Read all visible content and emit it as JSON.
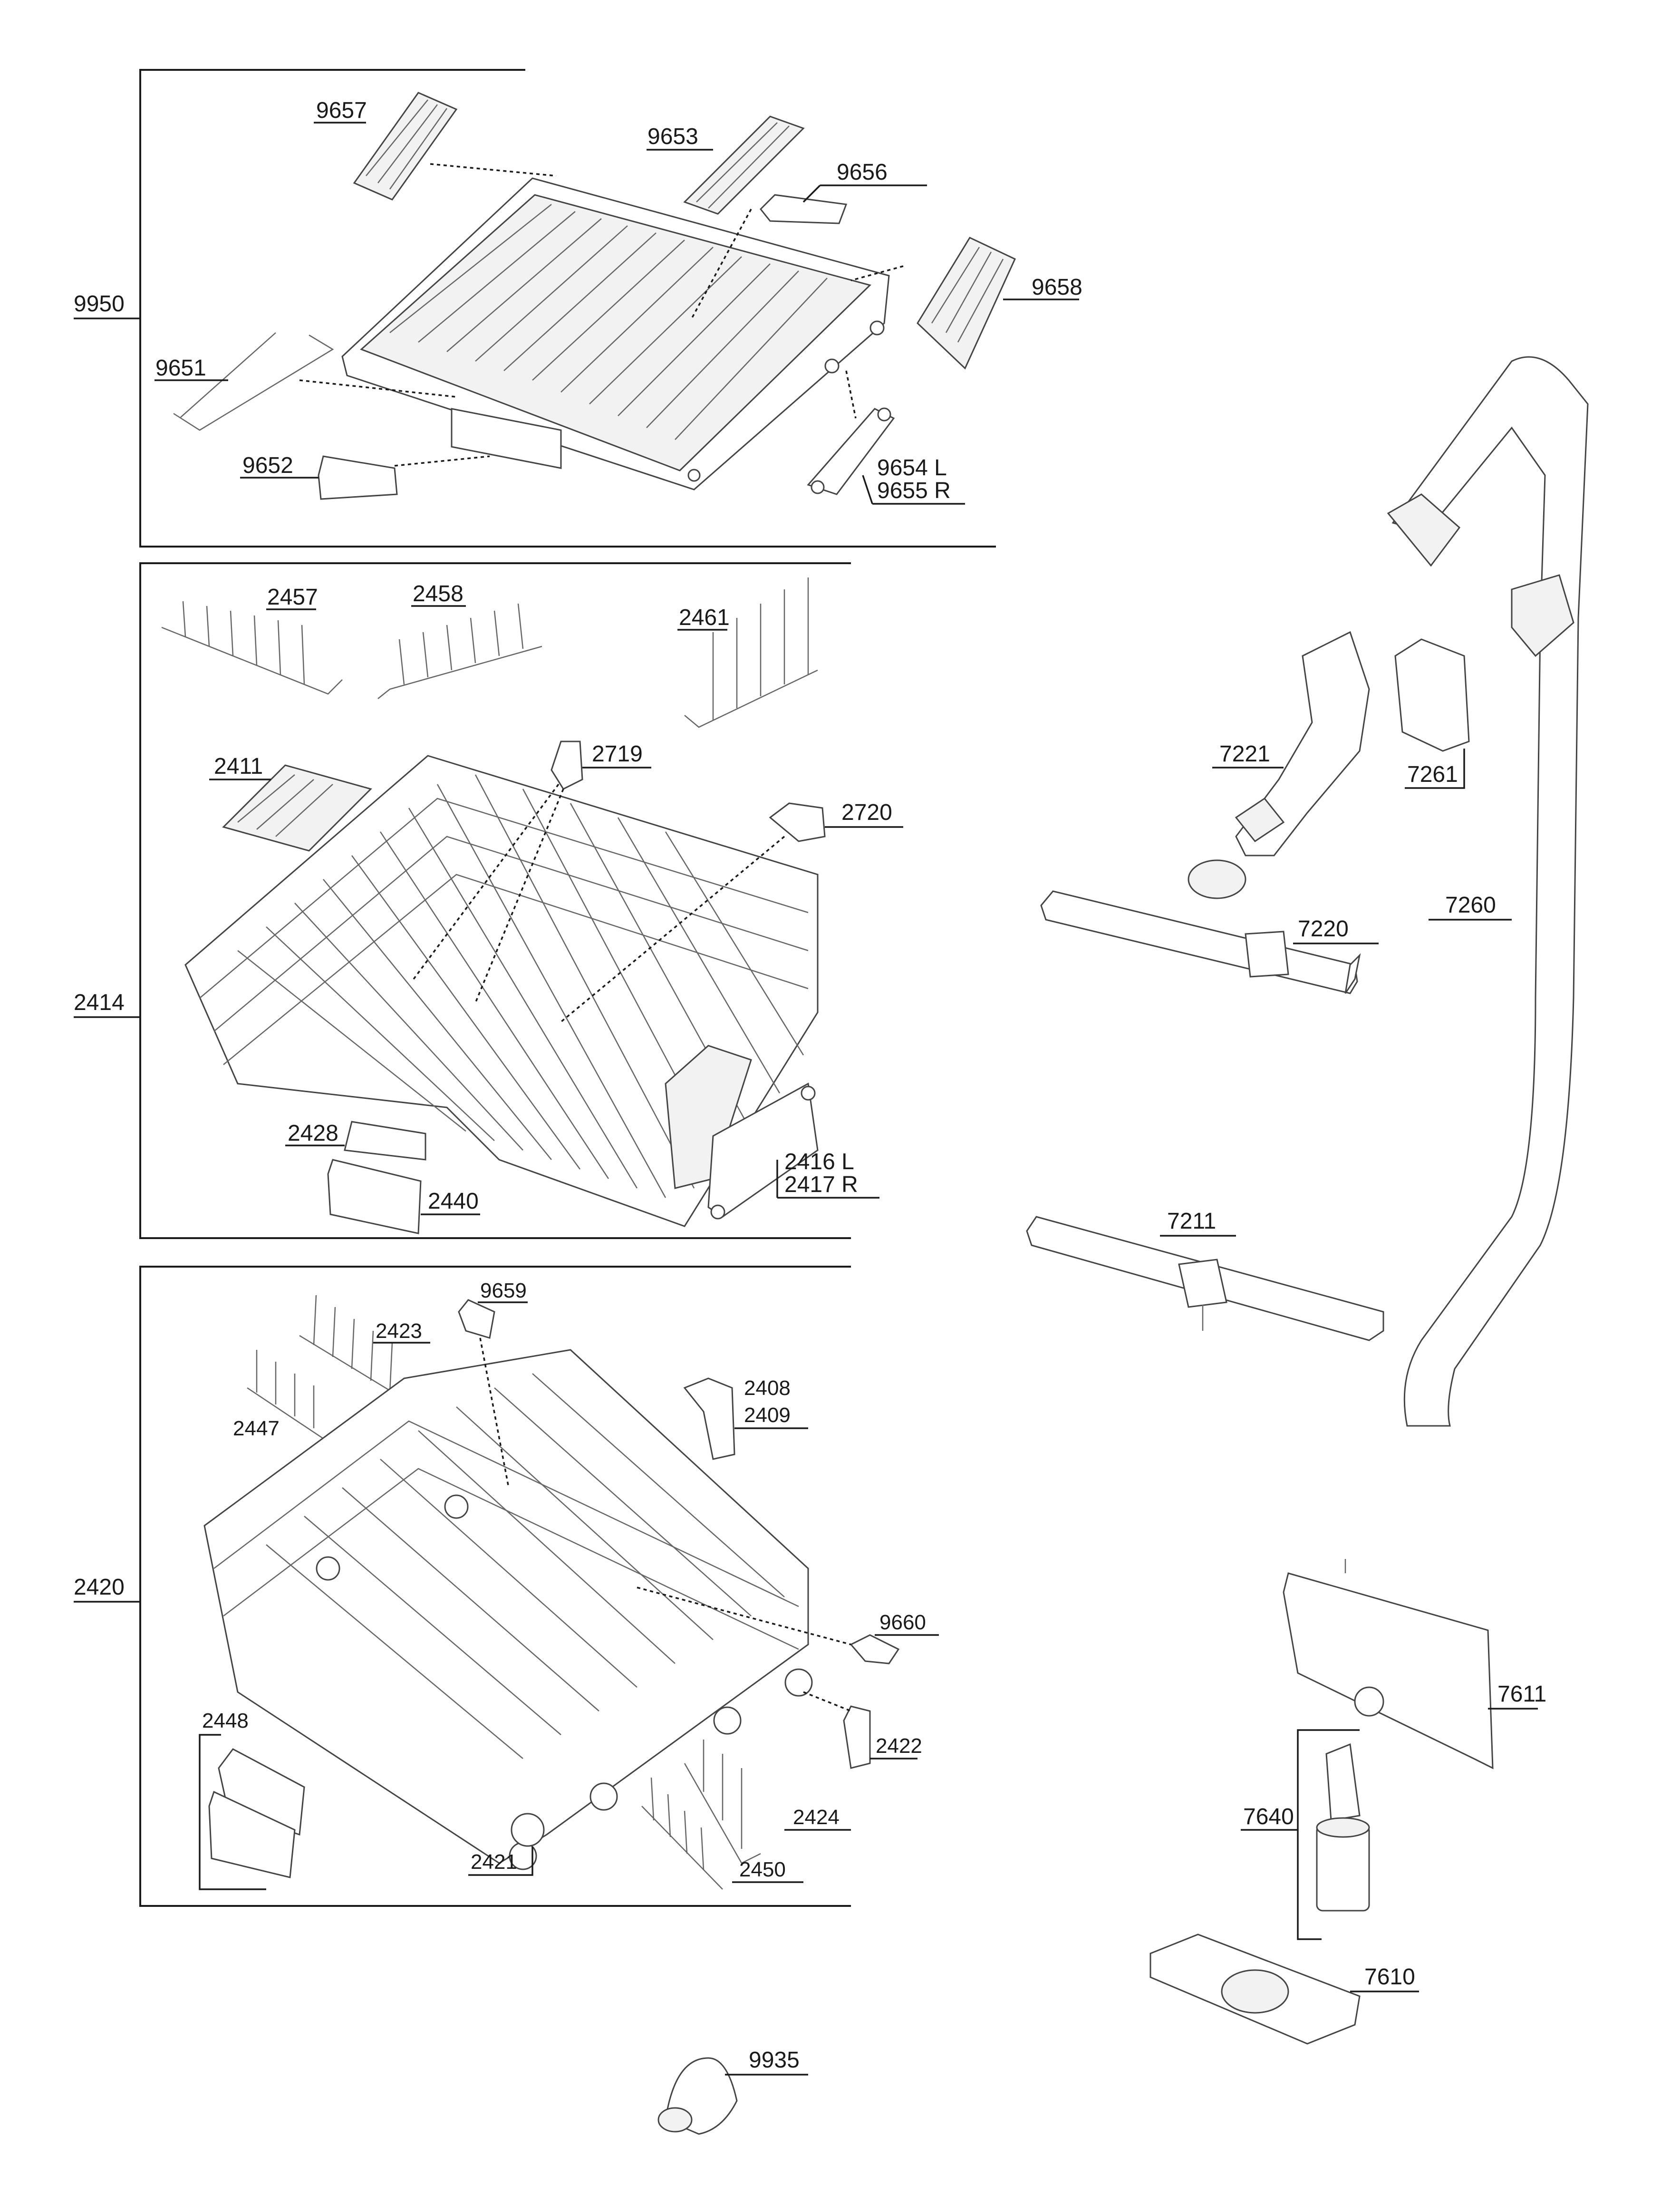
{
  "groups": [
    {
      "id": "9950",
      "parts": [
        "9657",
        "9653",
        "9656",
        "9658",
        "9651",
        "9652",
        "9654 L",
        "9655 R"
      ]
    },
    {
      "id": "2414",
      "parts": [
        "2457",
        "2458",
        "2461",
        "2411",
        "2719",
        "2720",
        "2428",
        "2440",
        "2416 L",
        "2417 R"
      ]
    },
    {
      "id": "2420",
      "parts": [
        "9659",
        "2423",
        "2447",
        "2408",
        "2409",
        "9660",
        "2448",
        "2422",
        "2424",
        "2421",
        "2450"
      ]
    }
  ],
  "labels": {
    "p9950": "9950",
    "p9657": "9657",
    "p9653": "9653",
    "p9656": "9656",
    "p9658": "9658",
    "p9651": "9651",
    "p9652": "9652",
    "p9654": "9654 L",
    "p9655": "9655 R",
    "p2414": "2414",
    "p2457": "2457",
    "p2458": "2458",
    "p2461": "2461",
    "p2411": "2411",
    "p2719": "2719",
    "p2720": "2720",
    "p2428": "2428",
    "p2440": "2440",
    "p2416": "2416 L",
    "p2417": "2417 R",
    "p2420": "2420",
    "p9659": "9659",
    "p2423": "2423",
    "p2447": "2447",
    "p2408": "2408",
    "p2409": "2409",
    "p9660": "9660",
    "p2448": "2448",
    "p2422": "2422",
    "p2424": "2424",
    "p2421": "2421",
    "p2450": "2450",
    "p7221": "7221",
    "p7261": "7261",
    "p7220": "7220",
    "p7260": "7260",
    "p7211": "7211",
    "p7611": "7611",
    "p7640": "7640",
    "p7610": "7610",
    "p9935": "9935"
  }
}
